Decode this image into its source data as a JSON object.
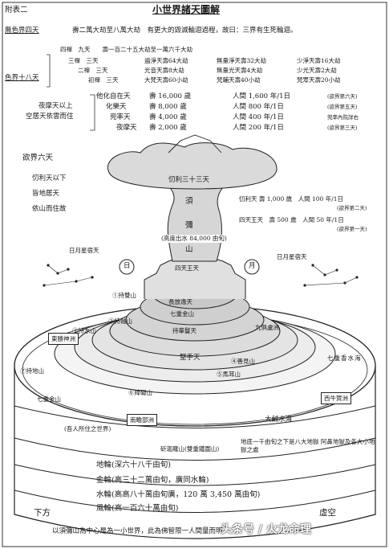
{
  "header": {
    "appendix": "附表二",
    "title": "小世界諸天圖解"
  },
  "formless": {
    "label": "無色界四天",
    "desc": "壽二萬大劫至八萬大劫　有更大的毀滅輪迴過程，故曰：三界有生死輪迴。"
  },
  "form": {
    "label": "色界十八天",
    "row0": "四禪　九天　　壽一百二十五大劫至一萬六千大劫",
    "rows": [
      [
        "三禪　三天",
        "遍淨天壽64大劫",
        "無量淨天壽32大劫",
        "少淨天壽16大劫"
      ],
      [
        "二禪　三天",
        "光音天壽8大劫",
        "無量光天壽4大劫",
        "少光天壽2大劫"
      ],
      [
        "初禪　三天",
        "大梵天壽60小劫",
        "梵輔天壽40小劫",
        "梵眾天壽20小劫"
      ]
    ]
  },
  "desire_upper": {
    "left1": "夜摩天以上",
    "left2": "空居天依雲而住",
    "rows": [
      [
        "他化自在天",
        "壽 16,000 歲",
        "人間 1,600 年/1日",
        "(欲界第六天)"
      ],
      [
        "化樂天",
        "壽 8,000 歲",
        "人間 800 年/1日",
        "(欲界第五天)"
      ],
      [
        "兜率天",
        "壽 4,000 歲",
        "人間 400 年/1日",
        "兜率內院詳右"
      ],
      [
        "夜摩天",
        "壽 2,000 歲",
        "人間 200 年/1日",
        "(欲界第三天)"
      ]
    ]
  },
  "desire_lower": {
    "label": "欲界六天",
    "l1": "忉利天以下",
    "l2": "皆地居天",
    "l3": "依山而住故",
    "trayastrimsa": "忉利三十三天",
    "trayastrimsa_life": "忉利天 壽 1,000 歲　人間 100 年/1日",
    "trayastrimsa_note": "(欲界第二天)",
    "four_kings_life": "四天王天　壽 500 歲　人間 50 年/1日",
    "four_kings_note": "(欲界第一天)"
  },
  "sumeru": {
    "name1": "須",
    "name2": "彌",
    "height": "(高度出水 84,000 由旬)",
    "name3": "山",
    "four_kings": "四天王天",
    "stars_left": "日月星宿天",
    "stars_right": "日月星宿天",
    "sun": "日",
    "moon": "月"
  },
  "rings": {
    "r1": "①持雙山",
    "r2": "②持軸山",
    "r3": "③持水山",
    "r4": "④善見山",
    "r5": "⑤馬耳山",
    "r6": "⑥障礙山",
    "r7": "⑦持地山",
    "longevity": "長放逸天",
    "garland": "持華鬘天",
    "vessel": "堅手天",
    "seven_gold": "七重金山",
    "seven_gold2": "七重金山",
    "nine_lu": "九俱盧洲",
    "seven_sea": "七重香水海",
    "great_sea": "大鹹水海"
  },
  "continents": {
    "east": "東勝神洲",
    "west": "西牛賀洲",
    "south": "南瞻部洲",
    "human": "(吾人所住之世界)",
    "iron": "斫迦羅山(雙重鐵圍山)",
    "hell": "地底一千由旬之下是八大地獄 阿鼻地獄及各大小地獄之處"
  },
  "wheels": {
    "earth": "地輪(深六十八千由旬)",
    "gold": "金輪(高三十二萬由旬，廣同水輪)",
    "water": "水輪(高高八十萬由旬廣，120 萬 3,450 萬由旬)",
    "wind": "風輪(高一百六十萬由旬)",
    "below": "下方",
    "void": "虛空"
  },
  "footer": {
    "text": "以須彌山為中心是為一小世界，此為佛智限一人間量而明",
    "watermark": "头条号 / 火龙命理"
  }
}
